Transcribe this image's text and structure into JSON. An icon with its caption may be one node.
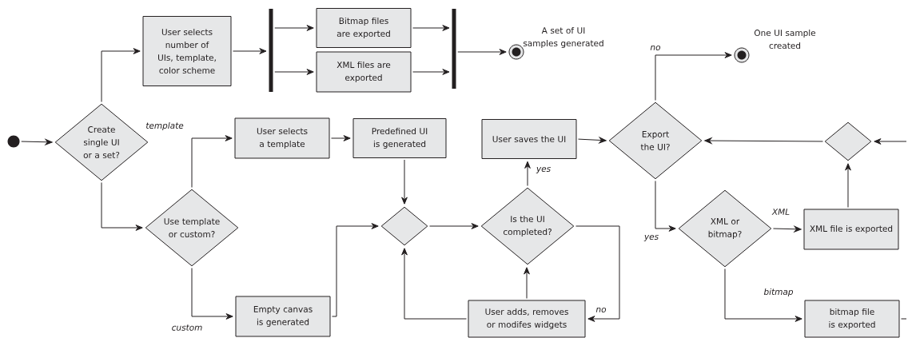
{
  "diagram": {
    "nodes": [
      {
        "text": [],
        "shape": "circle"
      },
      {
        "text": [
          "Create single UI or a set?"
        ]
      },
      {
        "text": [
          "User selects number of UIs, template, color scheme"
        ]
      },
      {
        "text": [],
        "shape": "bar"
      },
      {
        "text": [
          "Bitmap files are exported"
        ]
      },
      {
        "text": [
          "XML files are exported"
        ]
      },
      {
        "text": [],
        "shape": "bar"
      },
      {
        "text": [],
        "shape": "circle",
        "beside": [
          "A set of UI samples generated"
        ]
      },
      {
        "text": [
          "User selects a template"
        ]
      },
      {
        "text": [
          "Predefined UI is generated"
        ]
      },
      {
        "text": [
          "User saves the UI"
        ]
      },
      {
        "text": [
          "Export the UI?"
        ]
      },
      {
        "text": [],
        "shape": "circle",
        "beside": [
          "One UI sample created"
        ]
      },
      {
        "text": [],
        "shape": "diamond"
      },
      {
        "text": [
          "Use template or custom?"
        ]
      },
      {
        "text": [],
        "shape": "diamond"
      },
      {
        "text": [
          "Is the UI completed?"
        ]
      },
      {
        "text": [
          "XML or bitmap?"
        ]
      },
      {
        "text": [
          "XML file is exported"
        ]
      },
      {
        "text": [
          "Empty canvas is generated"
        ]
      },
      {
        "text": [
          "User adds, removes or modifes widgets"
        ]
      },
      {
        "text": [
          "bitmap file is exported"
        ]
      }
    ],
    "edges": [
      {
        "from": 0,
        "to": 1,
        "arrow": "to"
      },
      {
        "from": 1,
        "to": 2,
        "arrow": "to"
      },
      {
        "from": 1,
        "to": 14,
        "arrow": "to"
      },
      {
        "from": 2,
        "to": 3,
        "arrow": "to"
      },
      {
        "from": 3,
        "to": 4,
        "arrow": "to"
      },
      {
        "from": 3,
        "to": 5,
        "arrow": "to"
      },
      {
        "from": 4,
        "to": 6,
        "arrow": "to"
      },
      {
        "from": 5,
        "to": 6,
        "arrow": "to"
      },
      {
        "from": 6,
        "to": 7,
        "arrow": "to"
      },
      {
        "from": 14,
        "to": 8,
        "arrow": "to",
        "label": "template"
      },
      {
        "from": 14,
        "to": 19,
        "arrow": "to",
        "label": "custom"
      },
      {
        "from": 8,
        "to": 9,
        "arrow": "to"
      },
      {
        "from": 9,
        "to": 15,
        "arrow": "to"
      },
      {
        "from": 19,
        "to": 15,
        "arrow": "to"
      },
      {
        "from": 15,
        "to": 16,
        "arrow": "to"
      },
      {
        "from": 16,
        "to": 10,
        "arrow": "to",
        "label": "yes"
      },
      {
        "from": 16,
        "to": 20,
        "arrow": "to",
        "label": "no"
      },
      {
        "from": 20,
        "to": 16,
        "arrow": "to"
      },
      {
        "from": 20,
        "to": 15,
        "arrow": "to"
      },
      {
        "from": 10,
        "to": 11,
        "arrow": "to"
      },
      {
        "from": 11,
        "to": 12,
        "arrow": "to",
        "label": "no"
      },
      {
        "from": 11,
        "to": 17,
        "arrow": "to",
        "label": "yes"
      },
      {
        "from": 17,
        "to": 18,
        "arrow": "to",
        "label": "XML"
      },
      {
        "from": 17,
        "to": 21,
        "arrow": "to",
        "label": "bitmap"
      },
      {
        "from": 18,
        "to": 13,
        "arrow": "to"
      },
      {
        "from": 13,
        "to": 11,
        "arrow": "to"
      },
      {
        "from": null,
        "to": 13,
        "arrow": "to"
      },
      {
        "from": 21,
        "to": null,
        "arrow": "none"
      }
    ]
  }
}
